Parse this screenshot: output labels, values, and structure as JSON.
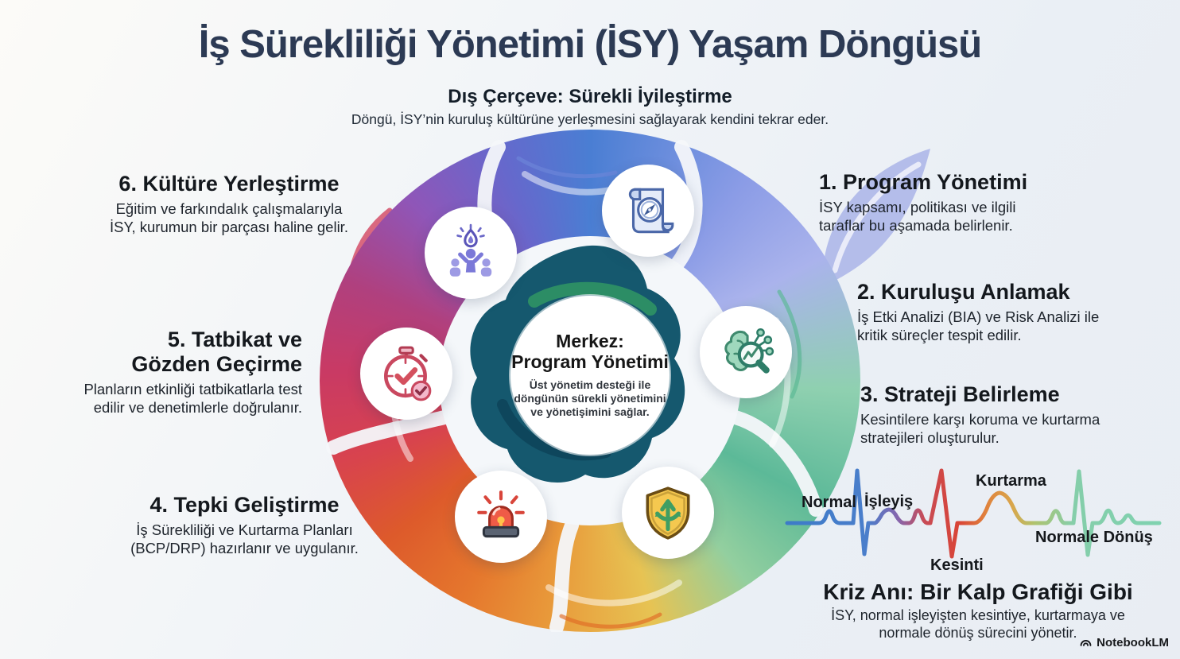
{
  "page": {
    "title": "İş Sürekliliği Yönetimi (İSY) Yaşam Döngüsü"
  },
  "outer_frame": {
    "heading": "Dış Çerçeve: Sürekli İyileştirme",
    "description": "Döngü, İSY’nin kuruluş kültürüne yerleşmesini sağlayarak kendini tekrar eder."
  },
  "center": {
    "title_line1": "Merkez:",
    "title_line2": "Program Yönetimi",
    "desc_line1": "Üst yönetim desteği ile",
    "desc_line2": "döngünün sürekli yönetimini",
    "desc_line3": "ve yönetişimini sağlar."
  },
  "stages": [
    {
      "title": "1. Program Yönetimi",
      "desc1": "İSY kapsamı, politikası ve ilgili",
      "desc2": "taraflar bu aşamada belirlenir.",
      "icon": "scroll-compass-icon",
      "accent": "#4a7ed3"
    },
    {
      "title": "2. Kuruluşu Anlamak",
      "desc1": "İş Etki Analizi (BIA) ve Risk Analizi ile",
      "desc2": "kritik süreçler tespit edilir.",
      "icon": "brain-analysis-icon",
      "accent": "#5cb998"
    },
    {
      "title": "3. Strateji Belirleme",
      "desc1": "Kesintilere karşı koruma ve kurtarma",
      "desc2": "stratejileri oluşturulur.",
      "icon": "shield-strategy-icon",
      "accent": "#e7c353"
    },
    {
      "title": "4. Tepki Geliştirme",
      "desc1": "İş Sürekliliği ve Kurtarma Planları",
      "desc2": "(BCP/DRP) hazırlanır ve uygulanır.",
      "icon": "siren-icon",
      "accent": "#e5772d"
    },
    {
      "title_line1": "5. Tatbikat ve",
      "title_line2": "Gözden Geçirme",
      "desc1": "Planların etkinliği tatbikatlarla test",
      "desc2": "edilir ve denetimlerle doğrulanır.",
      "icon": "stopwatch-check-icon",
      "accent": "#d8434e"
    },
    {
      "title": "6. Kültüre Yerleştirme",
      "desc1": "Eğitim ve farkındalık çalışmalarıyla",
      "desc2": "İSY, kurumun bir parçası haline gelir.",
      "icon": "people-culture-icon",
      "accent": "#8f56b8"
    }
  ],
  "ekg": {
    "label_normal": "Normal",
    "label_isleyis": "İşleyiş",
    "label_kesinti": "Kesinti",
    "label_kurtarma": "Kurtarma",
    "label_normale_donus": "Normale Dönüş",
    "title": "Kriz Anı: Bir Kalp Grafiği Gibi",
    "desc_line1": "İSY, normal işleyişten kesintiye, kurtarmaya ve",
    "desc_line2": "normale dönüş sürecini yönetir.",
    "colors": {
      "normal": "#3c7bc8",
      "isleyis": "#7a6cb5",
      "kesinti": "#d94436",
      "kurtarma": "#d9a64b",
      "normale_donus": "#7fd2b0"
    }
  },
  "branding": {
    "label": "NotebookLM"
  },
  "colors": {
    "title": "#2c3a54",
    "center_blob": "#15586e",
    "center_accent": "#2f9464",
    "ring": [
      "#4a7ed3",
      "#8b9ce6",
      "#aab3ec",
      "#8fd0b0",
      "#5cb998",
      "#e7c353",
      "#e8993a",
      "#e5772d",
      "#d8434e",
      "#c93a64",
      "#8f56b8",
      "#6668cc"
    ]
  }
}
